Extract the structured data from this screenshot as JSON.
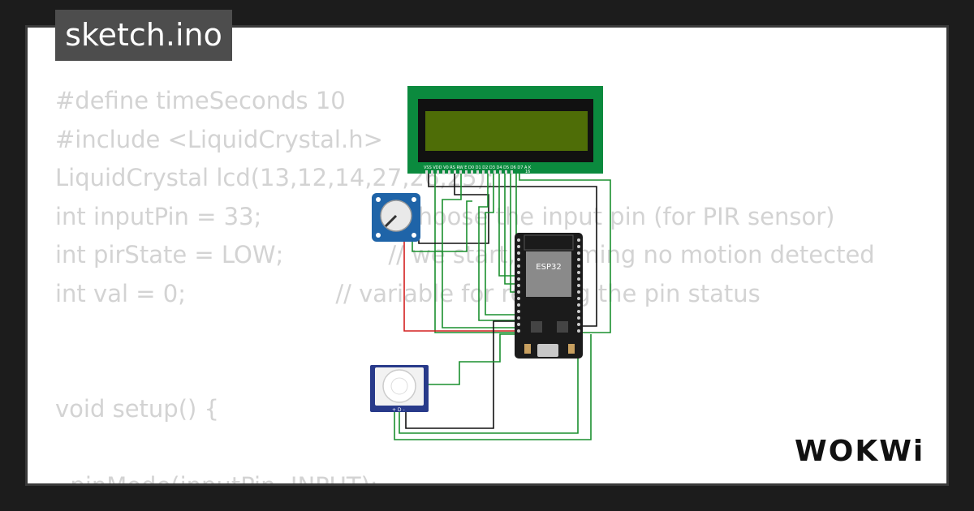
{
  "title": "sketch.ino",
  "code_lines": [
    "#define timeSeconds 10",
    "#include <LiquidCrystal.h>",
    "LiquidCrystal lcd(13,12,14,27,26,25);",
    "int inputPin = 33;                // choose the input pin (for PIR sensor)",
    "int pirState = LOW;              // we start, assuming no motion detected",
    "int val = 0;                    // variable for reading the pin status",
    "",
    "",
    "void setup() {",
    "",
    "  pinMode(inputPin, INPUT);"
  ],
  "diagram": {
    "lcd_pin_labels": "VSS VDD V0 RS RW E D0 D1 D2 D3 D4 D5 D6 D7 A K",
    "lcd_pin_number": "16",
    "mcu_label": "ESP32",
    "pir_pin_labels": "+ D -",
    "lcd_color": "#0b8a3e",
    "lcd_screen_color": "#4e6d07",
    "mcu_color": "#1b1b1b",
    "pot_color": "#1f64a8",
    "pir_color": "#283a8a",
    "wire_green": "#1a8f2e",
    "wire_black": "#111111",
    "wire_red": "#d42020"
  },
  "logo": {
    "text": "WOKWi"
  }
}
